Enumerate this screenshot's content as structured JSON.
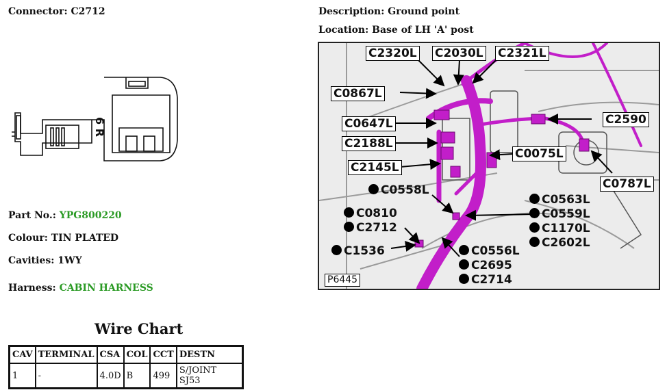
{
  "connector": {
    "label": "Connector:",
    "value": "C2712"
  },
  "description": {
    "label": "Description:",
    "value": "Ground point"
  },
  "location": {
    "label": "Location:",
    "value": "Base of LH 'A' post"
  },
  "drawing_marking": "6 R",
  "part_no": {
    "label": "Part No.:",
    "value": "YPG800220"
  },
  "colour": {
    "label": "Colour:",
    "value": "TIN PLATED"
  },
  "cavities": {
    "label": "Cavities:",
    "value": "1WY"
  },
  "harness": {
    "label": "Harness:",
    "value": "CABIN HARNESS"
  },
  "wire_chart": {
    "title": "Wire Chart",
    "headers": [
      "CAV",
      "TERMINAL",
      "CSA",
      "COL",
      "CCT",
      "DESTN"
    ],
    "rows": [
      [
        "1",
        "-",
        "4.0D",
        "B",
        "499",
        "S/JOINT SJ53"
      ]
    ]
  },
  "photo": {
    "code": "P6445",
    "callouts": {
      "c2320l": "C2320L",
      "c2030l": "C2030L",
      "c2321l": "C2321L",
      "c0867l": "C0867L",
      "c0647l": "C0647L",
      "c2188l": "C2188L",
      "c2145l": "C2145L",
      "c2590": "C2590",
      "c0075l": "C0075L",
      "c0787l": "C0787L",
      "c0558l": "C0558L",
      "c0810": "C0810",
      "c2712": "C2712",
      "c1536": "C1536",
      "c0563l": "C0563L",
      "c0559l": "C0559L",
      "c1170l": "C1170L",
      "c2602l": "C2602L",
      "c0556l": "C0556L",
      "c2695": "C2695",
      "c2714": "C2714"
    }
  },
  "colors": {
    "green_text": "#2a9a24",
    "harness_magenta": "#c21ec9"
  }
}
